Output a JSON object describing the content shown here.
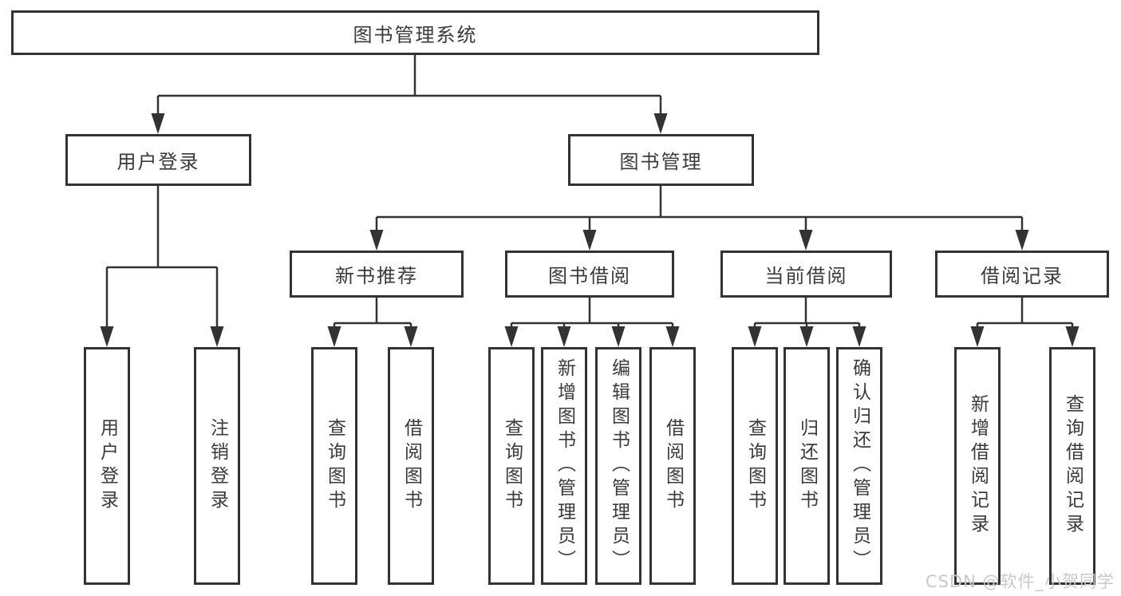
{
  "colors": {
    "line": "#333333",
    "box_border": "#333333",
    "box_text": "#3a3a3a",
    "watermark": "#c9c9c9",
    "background": "#ffffff"
  },
  "watermark": "CSDN @软件_小贺同学",
  "nodes": {
    "root": "图书管理系统",
    "branches": [
      {
        "label": "用户登录",
        "leaves": [
          "用户登录",
          "注销登录"
        ]
      },
      {
        "label": "图书管理",
        "groups": [
          {
            "label": "新书推荐",
            "leaves": [
              "查询图书",
              "借阅图书"
            ]
          },
          {
            "label": "图书借阅",
            "leaves": [
              "查询图书",
              "新增图书（管理员）",
              "编辑图书（管理员）",
              "借阅图书"
            ]
          },
          {
            "label": "当前借阅",
            "leaves": [
              "查询图书",
              "归还图书",
              "确认归还（管理员）"
            ]
          },
          {
            "label": "借阅记录",
            "leaves": [
              "新增借阅记录",
              "查询借阅记录"
            ]
          }
        ]
      }
    ]
  }
}
